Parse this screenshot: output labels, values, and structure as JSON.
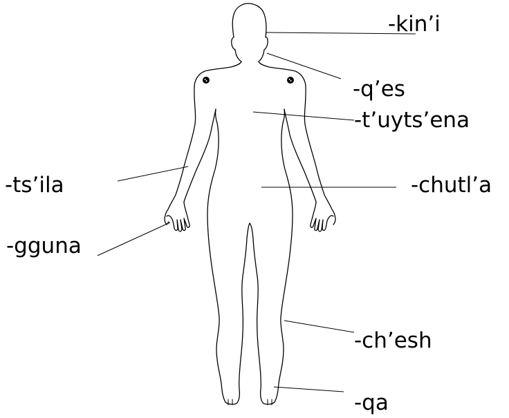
{
  "labels": {
    "head": "-kin’i",
    "neck": "-q’es",
    "chest": "-t’uyts’ena",
    "arm": "-ts’ila",
    "belly": "-chutl’a",
    "hand": "-gguna",
    "calf": "-ch’esh",
    "foot": "-qa"
  },
  "colors": {
    "ink": "#000000",
    "background": "#ffffff"
  }
}
